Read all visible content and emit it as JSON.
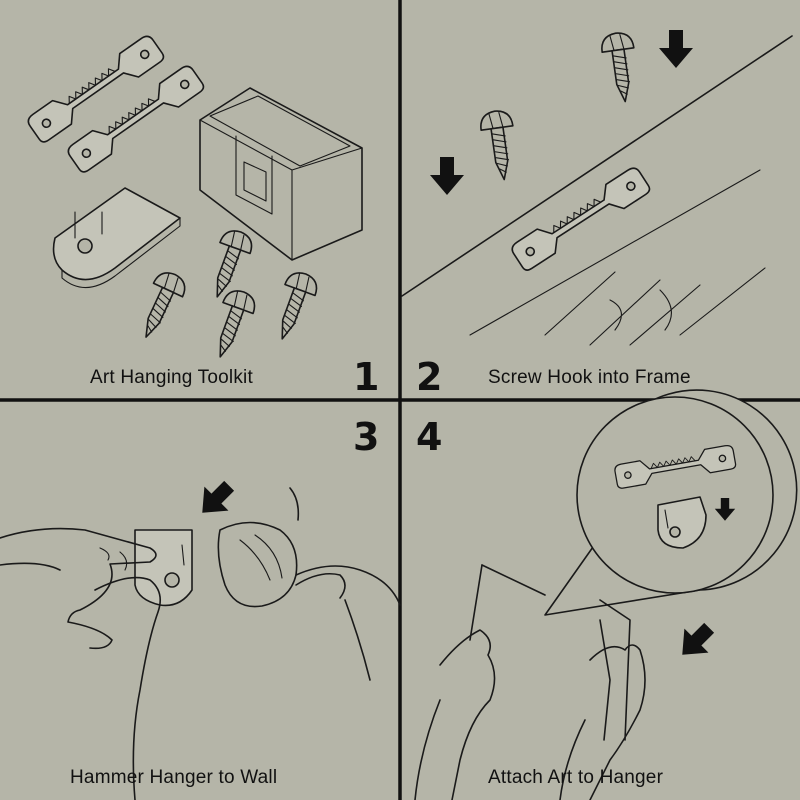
{
  "panels": [
    {
      "number": "1",
      "caption": "Art Hanging Toolkit"
    },
    {
      "number": "2",
      "caption": "Screw Hook into Frame"
    },
    {
      "number": "3",
      "caption": "Hammer Hanger to Wall"
    },
    {
      "number": "4",
      "caption": "Attach Art to Hanger"
    }
  ],
  "colors": {
    "background": "#b5b5a8",
    "line": "#1a1a1a",
    "arrow": "#111111"
  }
}
